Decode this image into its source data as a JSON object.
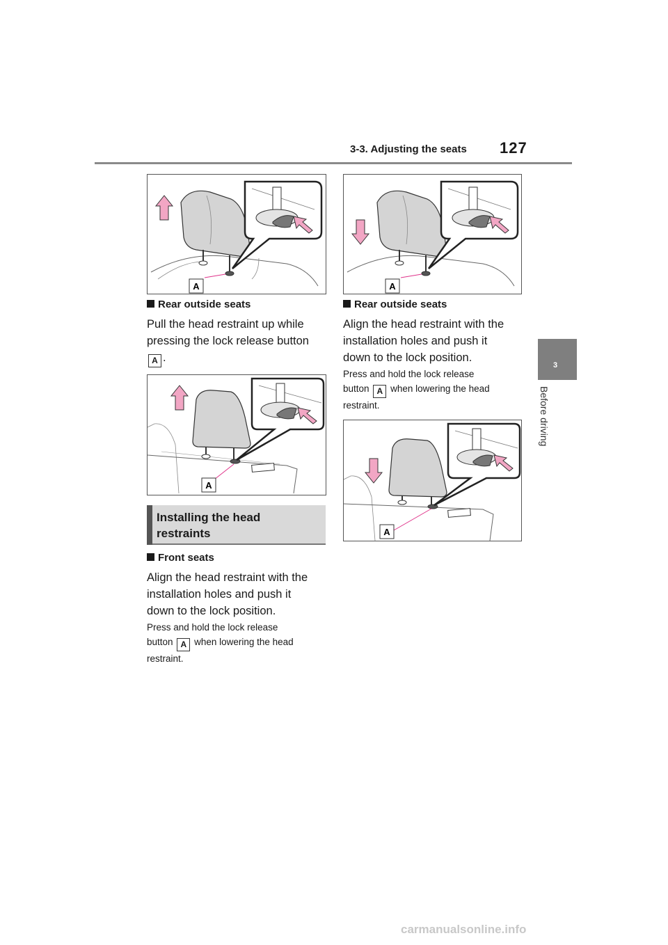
{
  "header": {
    "section_title": "3-3. Adjusting the seats",
    "page_number": "127"
  },
  "side_tab": {
    "chapter_number": "3",
    "chapter_label": "Before driving"
  },
  "figures": {
    "callout_label": "A"
  },
  "left": {
    "sub1": "Rear outside seats",
    "body1_line1": "Pull the head restraint up while",
    "body1_line2": "pressing the lock release button",
    "body1_badge": "A",
    "body1_end": ".",
    "section_heading_line1": "Installing the head",
    "section_heading_line2": "restraints",
    "sub2": "Front seats",
    "body2_line1": "Align the head restraint with the",
    "body2_line2": "installation holes and push it",
    "body2_line3": "down to the lock position.",
    "note2_line1": "Press and hold the lock release",
    "note2_pre": "button",
    "note2_badge": "A",
    "note2_post": "when lowering the head",
    "note2_line3": "restraint."
  },
  "right": {
    "sub1": "Rear outside seats",
    "body1_line1": "Align the head restraint with the",
    "body1_line2": "installation holes and push it",
    "body1_line3": "down to the lock position.",
    "note1_line1": "Press and hold the lock release",
    "note1_pre": "button",
    "note1_badge": "A",
    "note1_post": "when lowering the head",
    "note1_line3": "restraint."
  },
  "footer": {
    "watermark": "carmanualsonline.info"
  },
  "colors": {
    "arrow_pink": "#f2a6c4",
    "callout_line": "#e0338a",
    "gray_tab": "#7f7f7f"
  }
}
